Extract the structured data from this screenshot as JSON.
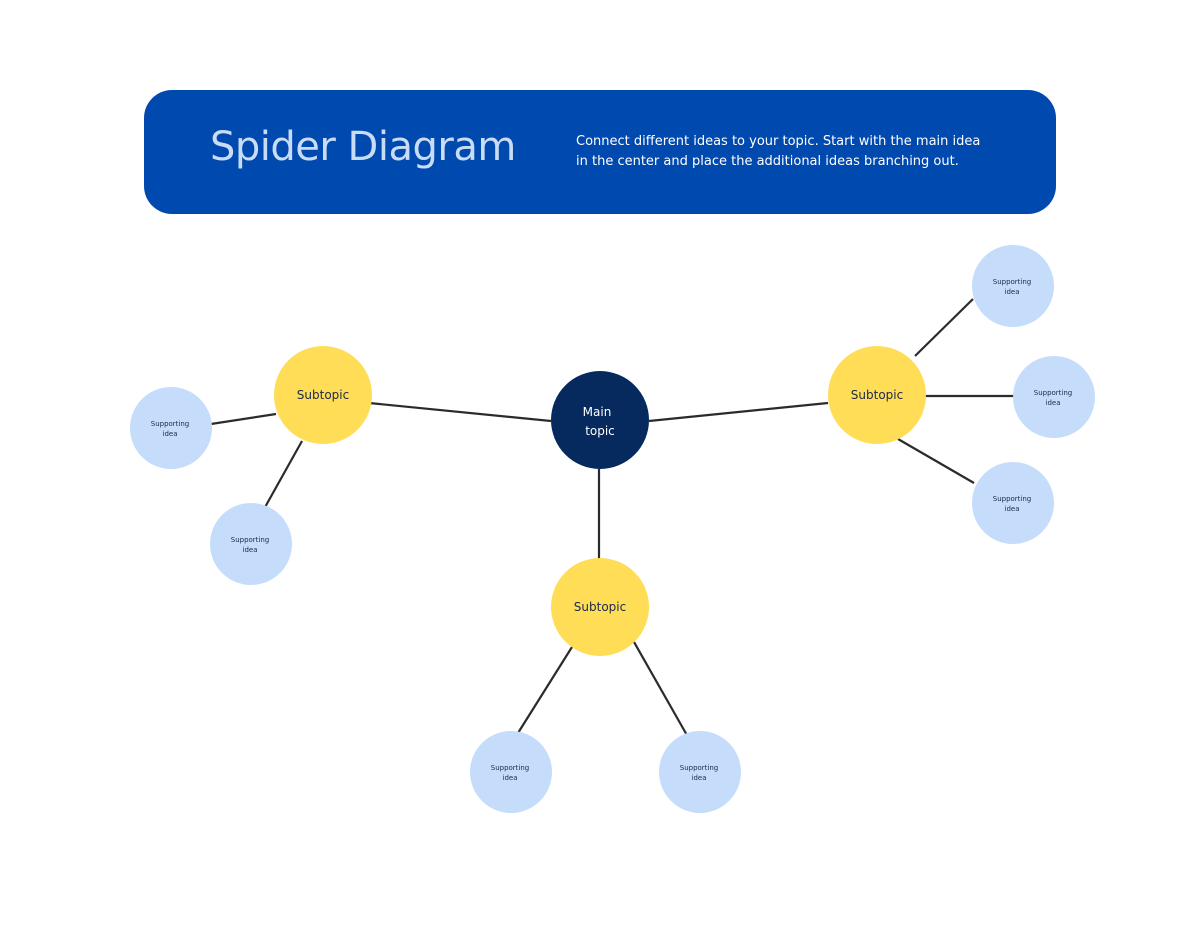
{
  "header": {
    "title": "Spider Diagram",
    "description_line1": "Connect different ideas to your topic. Start with the main idea",
    "description_line2": "in the center and place the additional ideas branching out."
  },
  "colors": {
    "banner": "#0049af",
    "title_text": "#c9dcf5",
    "main_node": "#062a5e",
    "subtopic_node": "#ffdd57",
    "supporting_node": "#c5dcfb",
    "connector": "#2b2b2b",
    "dark_text": "#1a2a4a"
  },
  "nodes": {
    "main": {
      "line1": "Main",
      "line2": "topic"
    },
    "subtopic_left": {
      "label": "Subtopic"
    },
    "subtopic_right": {
      "label": "Subtopic"
    },
    "subtopic_bottom": {
      "label": "Subtopic"
    },
    "supporting_left_1": {
      "line1": "Supporting",
      "line2": "idea"
    },
    "supporting_left_2": {
      "line1": "Supporting",
      "line2": "idea"
    },
    "supporting_right_1": {
      "line1": "Supporting",
      "line2": "idea"
    },
    "supporting_right_2": {
      "line1": "Supporting",
      "line2": "idea"
    },
    "supporting_right_3": {
      "line1": "Supporting",
      "line2": "idea"
    },
    "supporting_bottom_1": {
      "line1": "Supporting",
      "line2": "idea"
    },
    "supporting_bottom_2": {
      "line1": "Supporting",
      "line2": "idea"
    }
  }
}
